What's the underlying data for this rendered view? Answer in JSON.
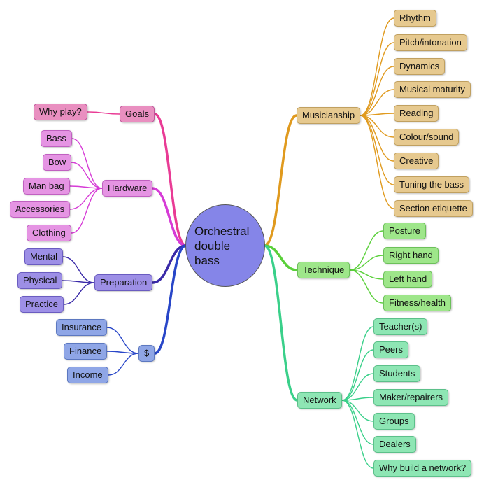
{
  "center": {
    "label": "Orchestral\ndouble\nbass",
    "color": "#8585e8"
  },
  "branches": [
    {
      "key": "goals",
      "label": "Goals",
      "color": "#e93b95",
      "fill": "#e98fc0",
      "border": "#c0569a",
      "children": [
        "Why play?"
      ]
    },
    {
      "key": "hardware",
      "label": "Hardware",
      "color": "#d63bd6",
      "fill": "#e594e3",
      "border": "#c060c0",
      "children": [
        "Bass",
        "Bow",
        "Man bag",
        "Accessories",
        "Clothing"
      ]
    },
    {
      "key": "preparation",
      "label": "Preparation",
      "color": "#3a2aa8",
      "fill": "#9d8fe6",
      "border": "#6a5cc0",
      "children": [
        "Mental",
        "Physical",
        "Practice"
      ]
    },
    {
      "key": "money",
      "label": "$",
      "color": "#2846c8",
      "fill": "#8fa6e6",
      "border": "#5c78c0",
      "children": [
        "Insurance",
        "Finance",
        "Income"
      ]
    },
    {
      "key": "musicianship",
      "label": "Musicianship",
      "color": "#e09a1e",
      "fill": "#e6c98f",
      "border": "#c0a060",
      "children": [
        "Rhythm",
        "Pitch/intonation",
        "Dynamics",
        "Musical maturity",
        "Reading",
        "Colour/sound",
        "Creative",
        "Tuning the bass",
        "Section etiquette"
      ]
    },
    {
      "key": "technique",
      "label": "Technique",
      "color": "#5ad03a",
      "fill": "#9ee68a",
      "border": "#6cc05a",
      "children": [
        "Posture",
        "Right hand",
        "Left hand",
        "Fitness/health"
      ]
    },
    {
      "key": "network",
      "label": "Network",
      "color": "#3ad08a",
      "fill": "#8ee6b4",
      "border": "#5cc08a",
      "children": [
        "Teacher(s)",
        "Peers",
        "Students",
        "Maker/repairers",
        "Groups",
        "Dealers",
        "Why build a network?"
      ]
    }
  ]
}
